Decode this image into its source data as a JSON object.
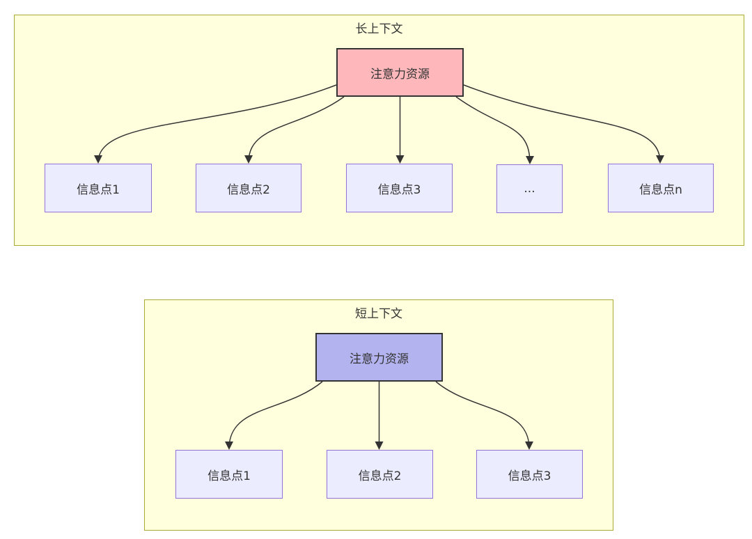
{
  "diagram": {
    "type": "flowchart-comparison",
    "panels": [
      {
        "title": "长上下文",
        "root": {
          "label": "注意力资源",
          "fill": "#feb8bb"
        },
        "nodes": [
          {
            "label": "信息点1"
          },
          {
            "label": "信息点2"
          },
          {
            "label": "信息点3"
          },
          {
            "label": "..."
          },
          {
            "label": "信息点n"
          }
        ]
      },
      {
        "title": "短上下文",
        "root": {
          "label": "注意力资源",
          "fill": "#b3b3ef"
        },
        "nodes": [
          {
            "label": "信息点1"
          },
          {
            "label": "信息点2"
          },
          {
            "label": "信息点3"
          }
        ]
      }
    ],
    "colors": {
      "panel_fill": "#ffffde",
      "panel_border": "#aaaa33",
      "node_fill": "#ececff",
      "node_border": "#9370db",
      "long_root_fill": "#feb8bb",
      "short_root_fill": "#b3b3ef",
      "root_border": "#333333",
      "arrow": "#333333",
      "text": "#333333"
    }
  }
}
